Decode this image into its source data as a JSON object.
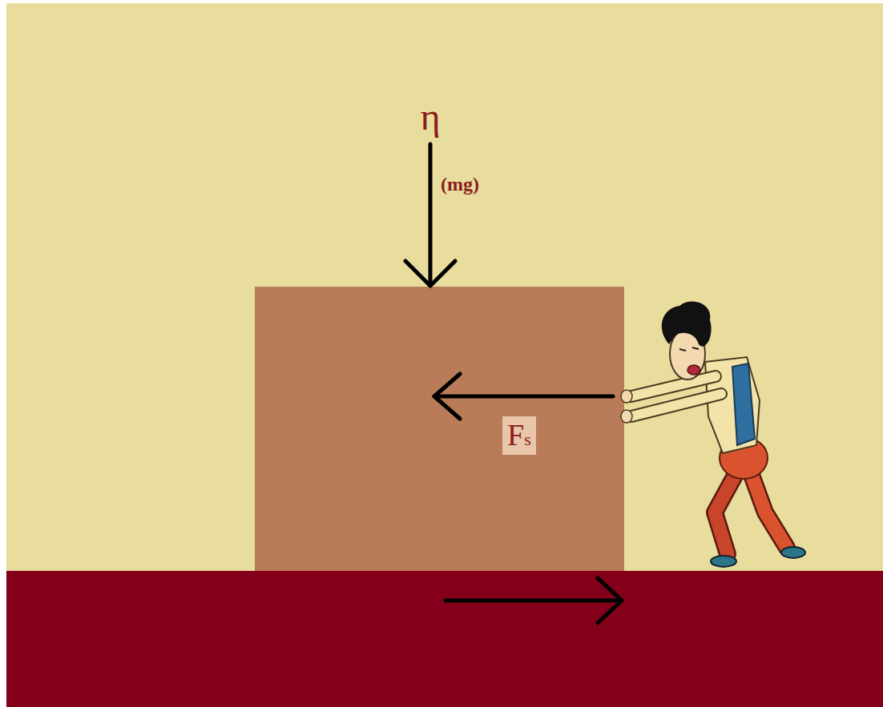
{
  "diagram": {
    "labels": [
      "η",
      "(mg)",
      "Fs"
    ]
  }
}
